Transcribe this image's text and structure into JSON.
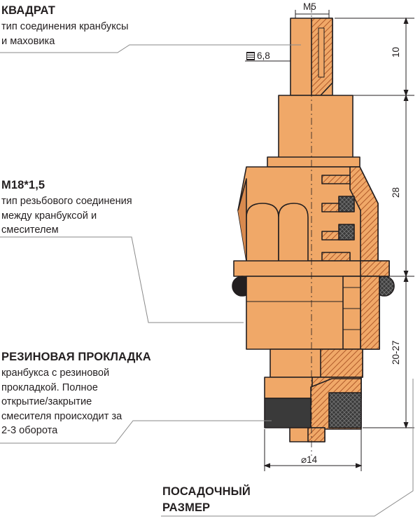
{
  "callouts": {
    "kvadrat": {
      "title": "КВАДРАТ",
      "lines": [
        "тип соединения кранбуксы",
        "и маховика"
      ]
    },
    "thread": {
      "title": "M18*1,5",
      "lines": [
        "тип резьбового соединения",
        "между кранбуксой и",
        "смесителем"
      ]
    },
    "gasket": {
      "title": "РЕЗИНОВАЯ ПРОКЛАДКА",
      "lines": [
        "кранбукса с резиновой",
        "прокладкой. Полное",
        "открытие/закрытие",
        "смесителя происходит за",
        "2-3 оборота"
      ]
    },
    "seat": {
      "title_lines": [
        "ПОСАДОЧНЫЙ",
        "РАЗМЕР"
      ]
    }
  },
  "dimensions": {
    "thread_top": "M5",
    "square": "6,8",
    "height_top": "10",
    "height_mid": "28",
    "height_bottom": "20-27",
    "diameter": "⌀14"
  },
  "colors": {
    "body": "#f0a868",
    "body_dark": "#d98a4e",
    "outline": "#231f20",
    "rubber": "#3a3a3a",
    "hatch": "#b05a2a"
  }
}
